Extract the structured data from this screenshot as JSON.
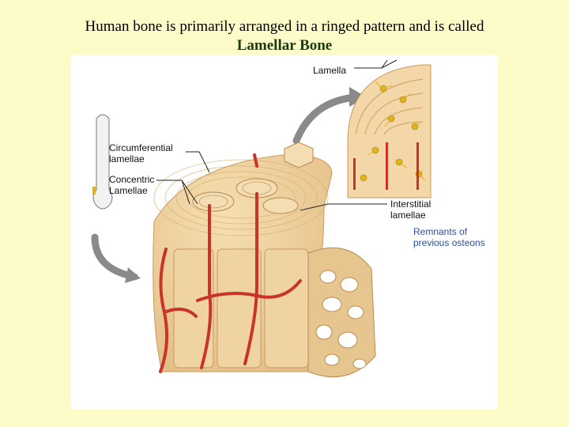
{
  "title": {
    "line1": "Human bone is primarily arranged in a ringed pattern and is called",
    "line2": "Lamellar Bone"
  },
  "labels": {
    "lamella": "Lamella",
    "circumferential": "Circumferential\nlamellae",
    "concentric": "Concentric\nLamellae",
    "interstitial": "Interstitial\nlamellae",
    "remnants": "Remnants of\nprevious osteons"
  },
  "colors": {
    "background": "#fdfbc8",
    "bone": "#efd3a2",
    "bone_dark": "#d9b57c",
    "vessel": "#c8332a",
    "osteocyte": "#e0b21c",
    "remnants_text": "#2a4fa0",
    "arrow": "#8a8a8a"
  }
}
